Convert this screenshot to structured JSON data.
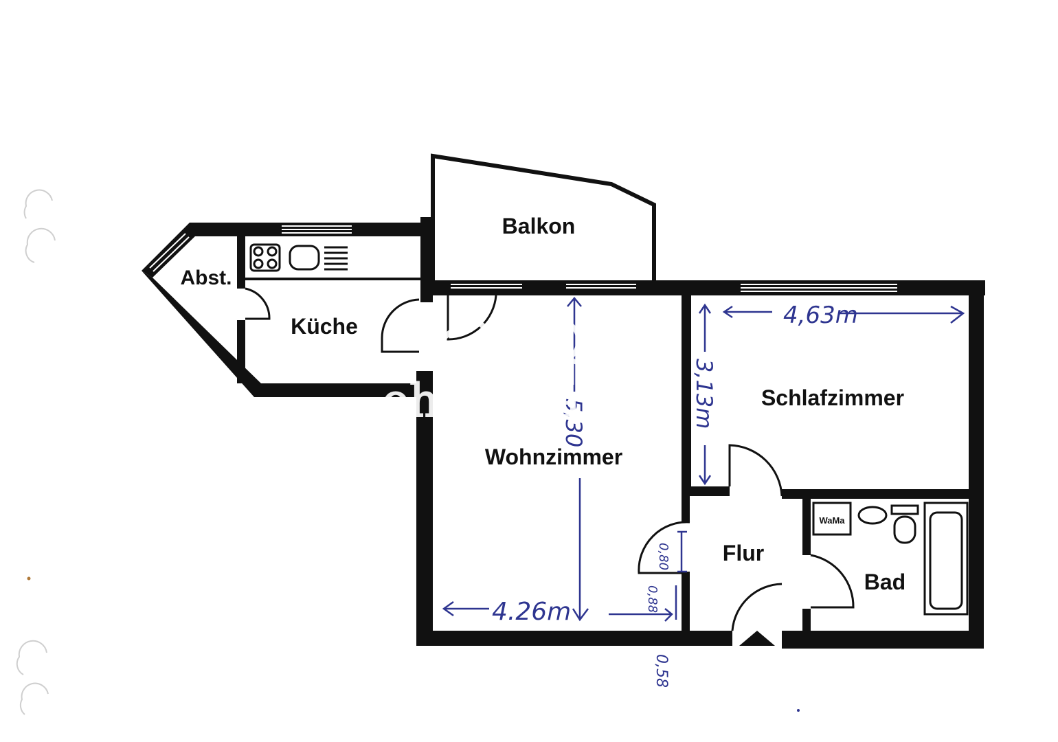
{
  "colors": {
    "wall": "#111111",
    "ink": "#2e3590",
    "paper": "#ffffff"
  },
  "rooms": {
    "balkon": "Balkon",
    "abst": "Abst.",
    "kueche": "Küche",
    "wohnzimmer": "Wohnzimmer",
    "schlafzimmer": "Schlafzimmer",
    "flur": "Flur",
    "bad": "Bad",
    "wama": "WaMa"
  },
  "dimensions": {
    "schlaf_width": "4,63m",
    "schlaf_depth": "3,13m",
    "wohn_depth": "5,30",
    "wohn_width": "4.26m",
    "door_a": "0,80",
    "door_b": "0,88",
    "door_c": "0,58"
  },
  "watermark": {
    "text": "ohne-makler",
    "icons": [
      "house-icon",
      "tree-icon"
    ]
  },
  "binder_holes": 4
}
